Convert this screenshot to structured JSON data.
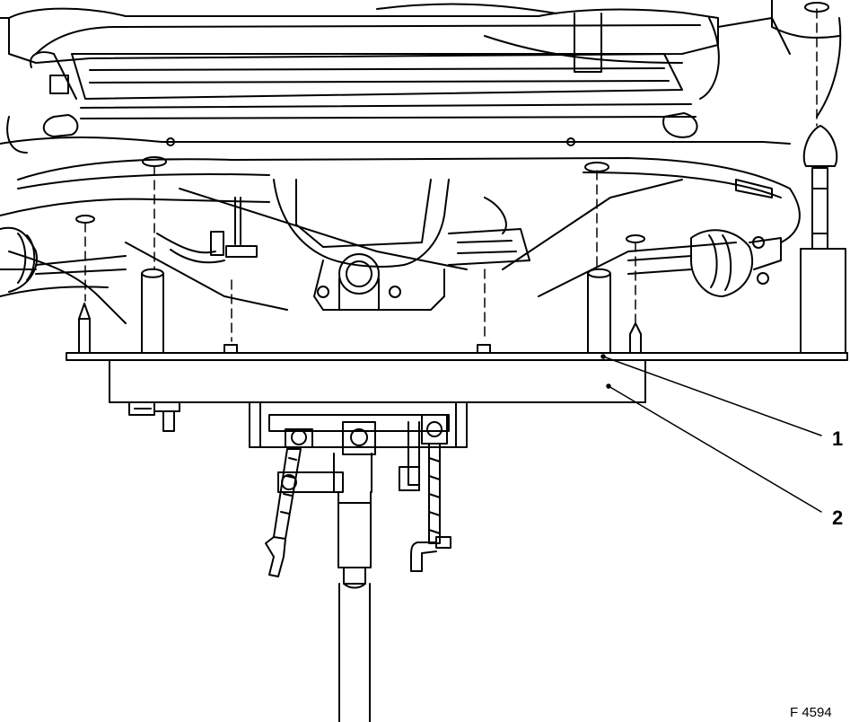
{
  "callouts": [
    {
      "label": "1"
    },
    {
      "label": "2"
    }
  ],
  "figure_code": "F 4594",
  "colors": {
    "line": "#000000",
    "background": "#ffffff"
  }
}
